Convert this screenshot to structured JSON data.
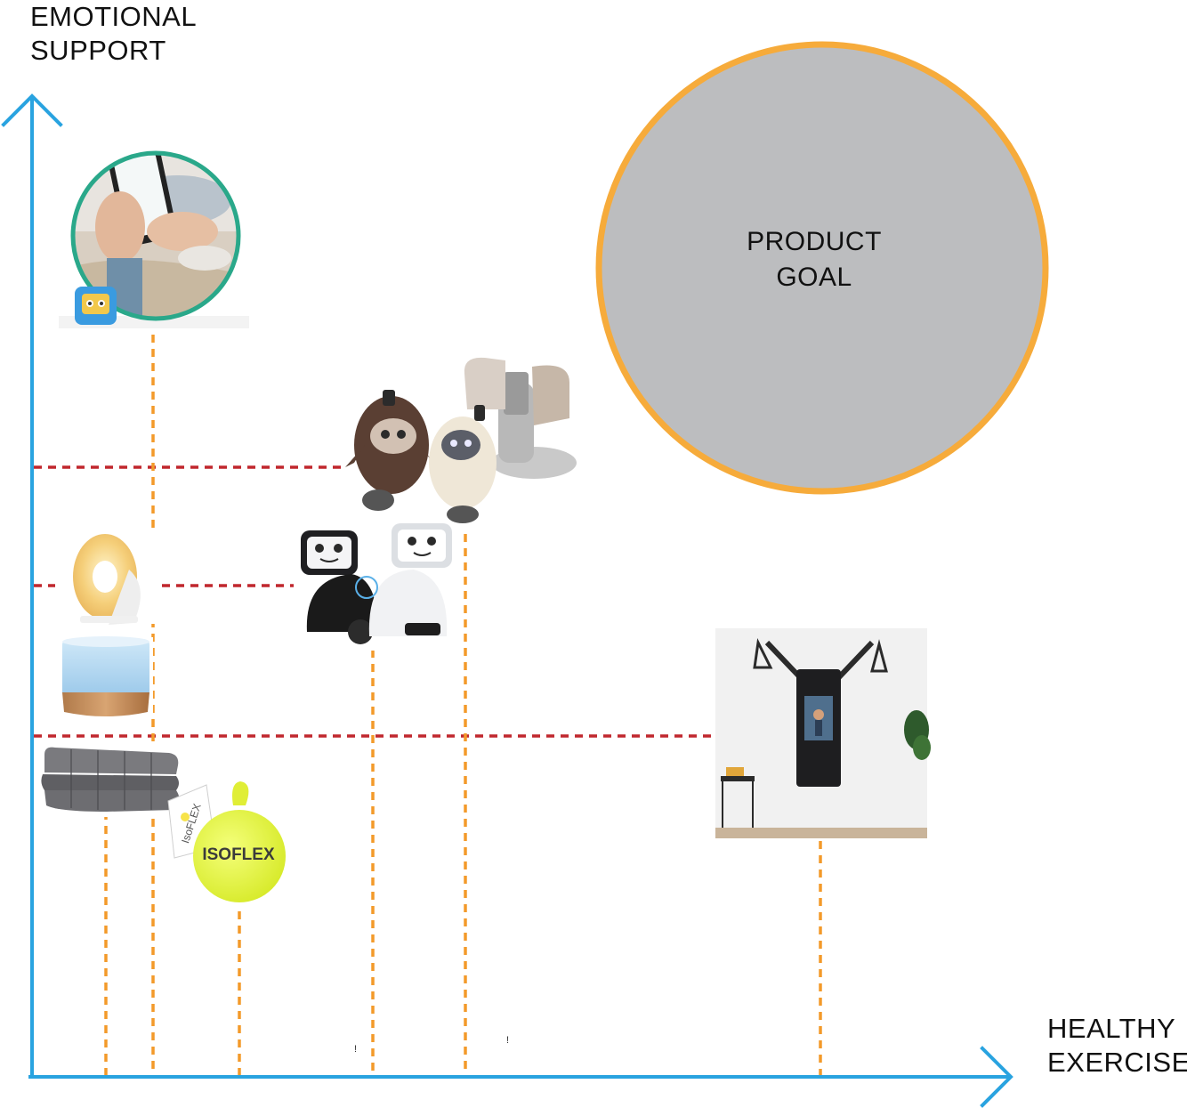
{
  "axes": {
    "y_label_line1": "EMOTIONAL",
    "y_label_line2": "SUPPORT",
    "x_label_line1": "HEALTHY",
    "x_label_line2": "EXERCISE"
  },
  "goal": {
    "line1": "PRODUCT",
    "line2": "GOAL"
  },
  "marks": {
    "mark1": "!",
    "mark2": "!"
  },
  "products": {
    "chatbot_app_logo_text": "",
    "isoflex_ball_text": "ISOFLEX",
    "isoflex_tag_text": "IsoFLEX"
  },
  "colors": {
    "axis": "#29a3e0",
    "orange_dash": "#f39a2a",
    "red_dash": "#c0272d",
    "goal_fill": "#bcbdbf",
    "goal_ring": "#f6ab3b"
  }
}
